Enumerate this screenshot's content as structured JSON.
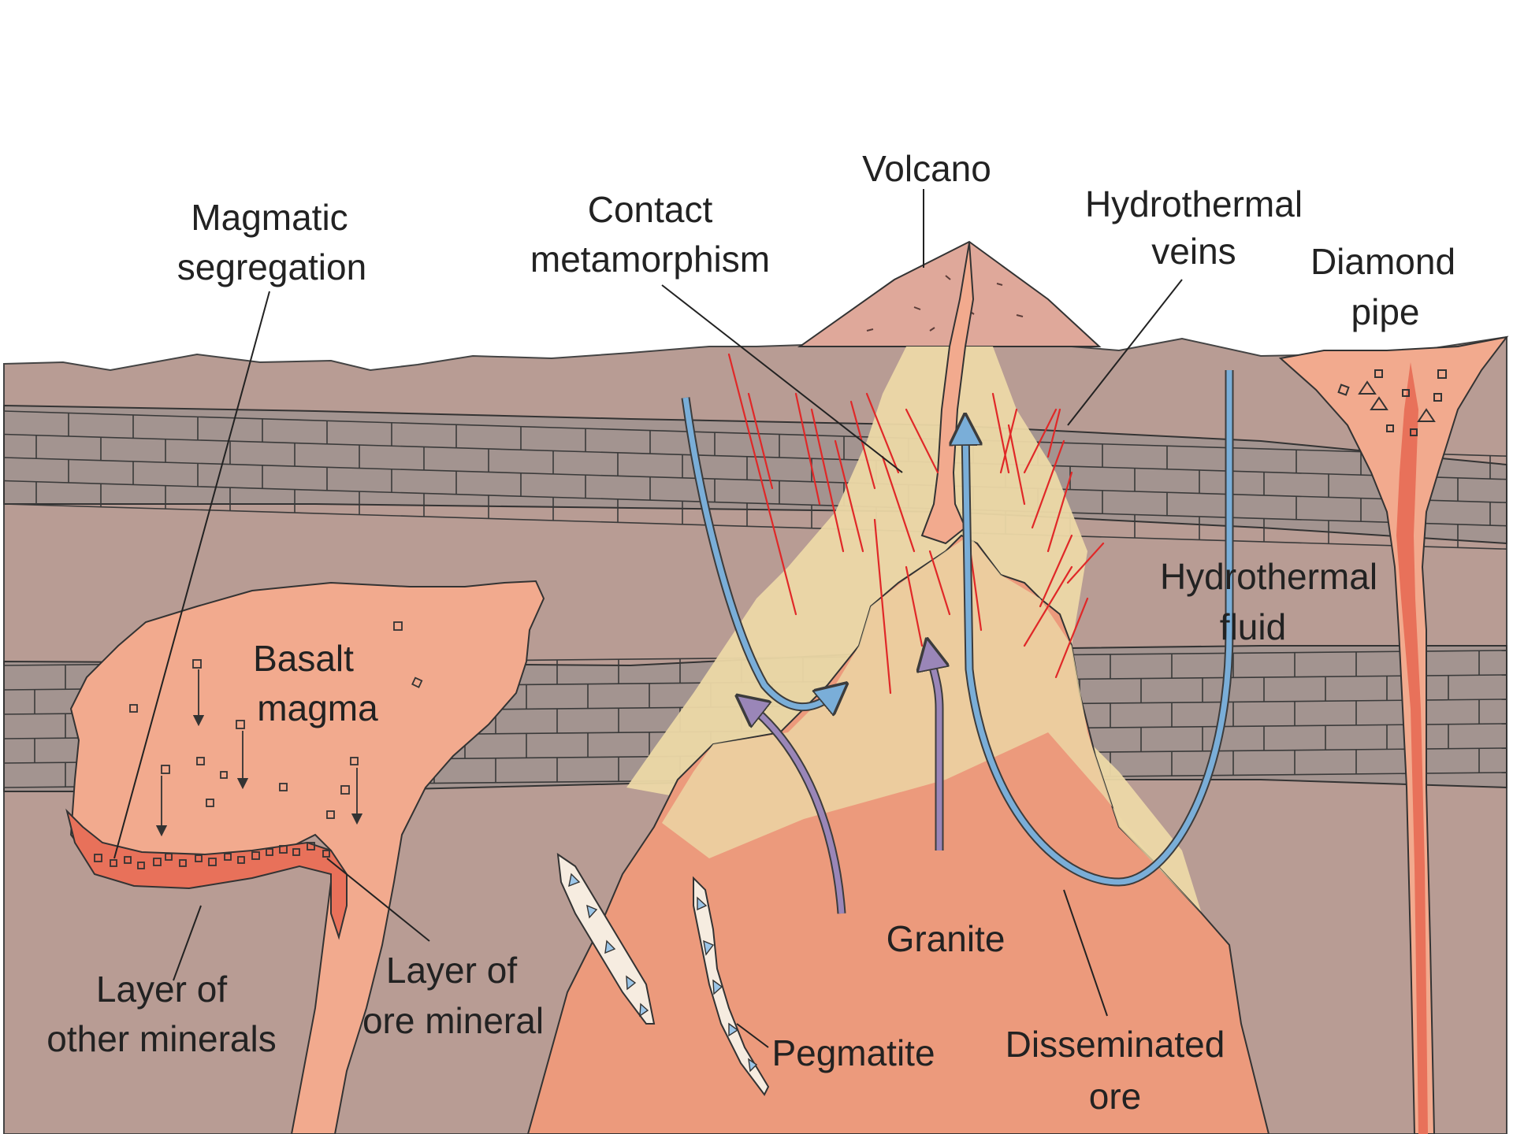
{
  "labels": {
    "volcano": "Volcano",
    "contact_1": "Contact",
    "contact_2": "metamorphism",
    "hydro_veins_1": "Hydrothermal",
    "hydro_veins_2": "veins",
    "magmatic_1": "Magmatic",
    "magmatic_2": "segregation",
    "diamond_1": "Diamond",
    "diamond_2": "pipe",
    "basalt_1": "Basalt",
    "basalt_2": "magma",
    "hydro_fluid_1": "Hydrothermal",
    "hydro_fluid_2": "fluid",
    "granite": "Granite",
    "other_min_1": "Layer of",
    "other_min_2": "other minerals",
    "ore_min_1": "Layer of",
    "ore_min_2": "ore mineral",
    "pegmatite": "Pegmatite",
    "dissem_1": "Disseminated",
    "dissem_2": "ore"
  },
  "colors": {
    "country_rock": "#b89c94",
    "limestone": "#a39490",
    "magma": "#f2aa8e",
    "granite": "#ec9a7c",
    "contact_zone": "#ecd8a6",
    "ore_layer": "#e8715a",
    "fluid_arrow": "#7aaed8",
    "magma_arrow": "#9a86b8",
    "vein": "#e02828"
  }
}
